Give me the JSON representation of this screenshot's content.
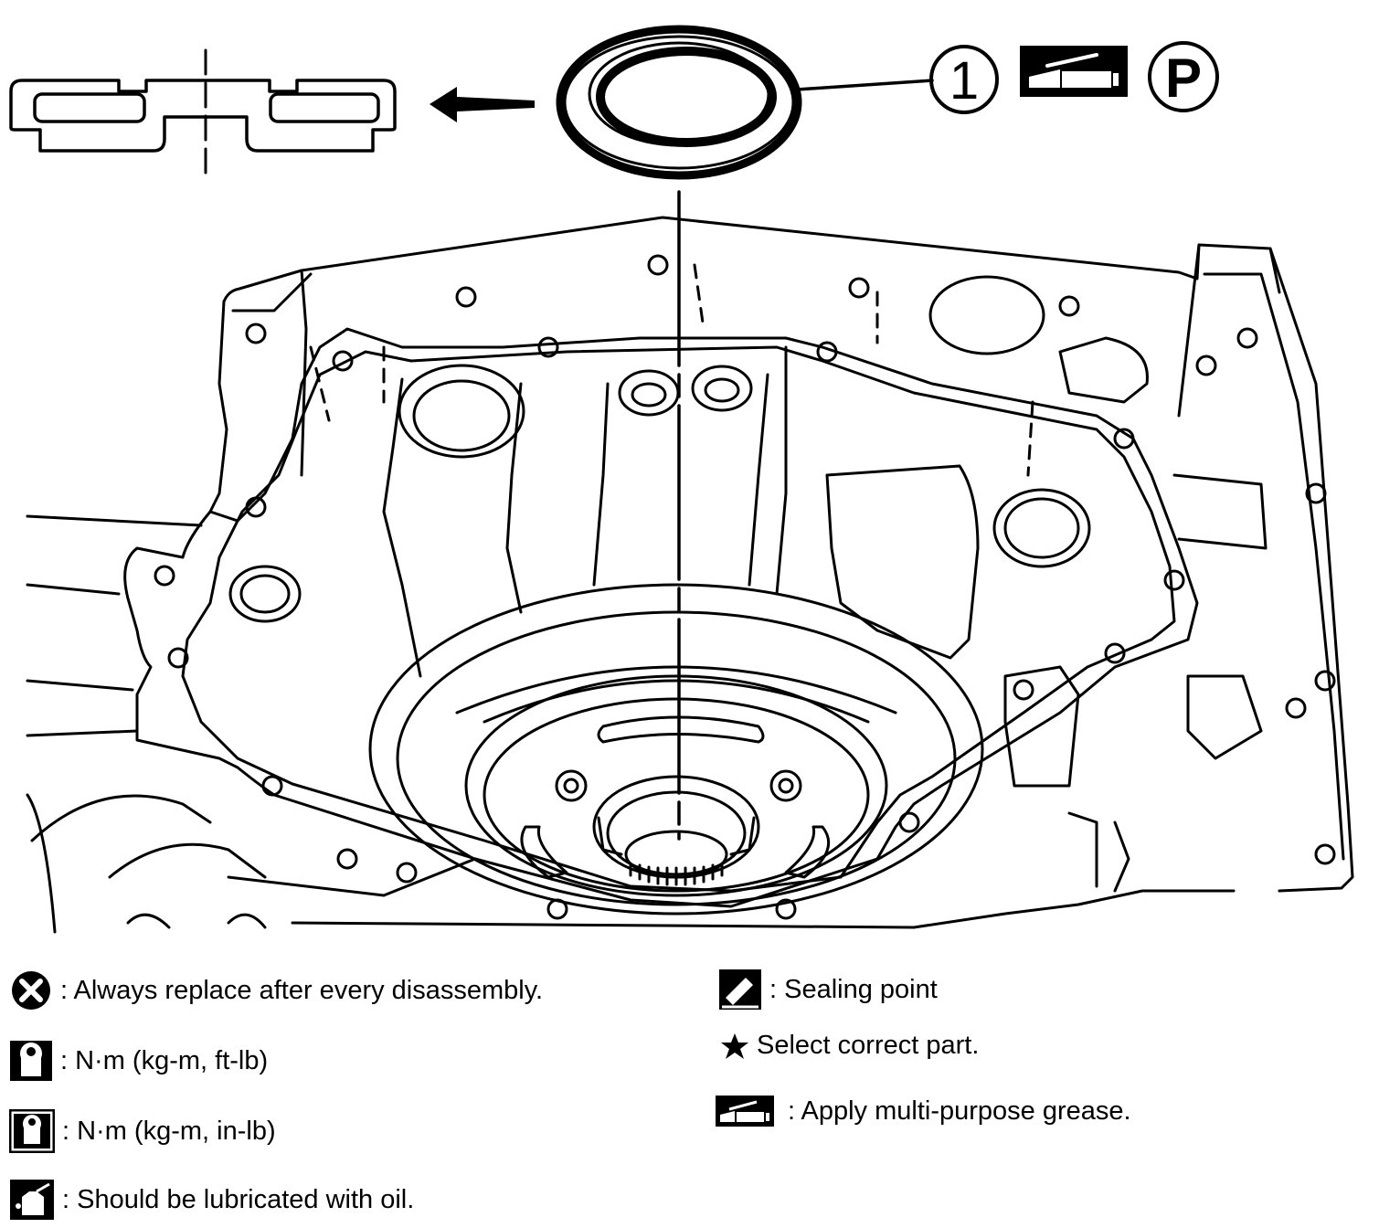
{
  "callout": {
    "number": "1",
    "parking_symbol": "P"
  },
  "legend": {
    "replace": ": Always replace after every disassembly.",
    "torque_ftlb": ": N·m (kg-m, ft-lb)",
    "torque_inlb": ": N·m (kg-m, in-lb)",
    "lubricate": ": Should be lubricated with oil.",
    "sealing": ": Sealing point",
    "select_part": "Select correct part.",
    "grease": ": Apply multi-purpose grease."
  },
  "icons": {
    "replace": "x-circle-icon",
    "torque_ftlb": "wrench-icon",
    "torque_inlb": "wrench-small-icon",
    "lubricate": "oil-can-icon",
    "sealing": "sealant-tube-icon",
    "select_part": "star-icon",
    "grease": "grease-gun-icon"
  }
}
